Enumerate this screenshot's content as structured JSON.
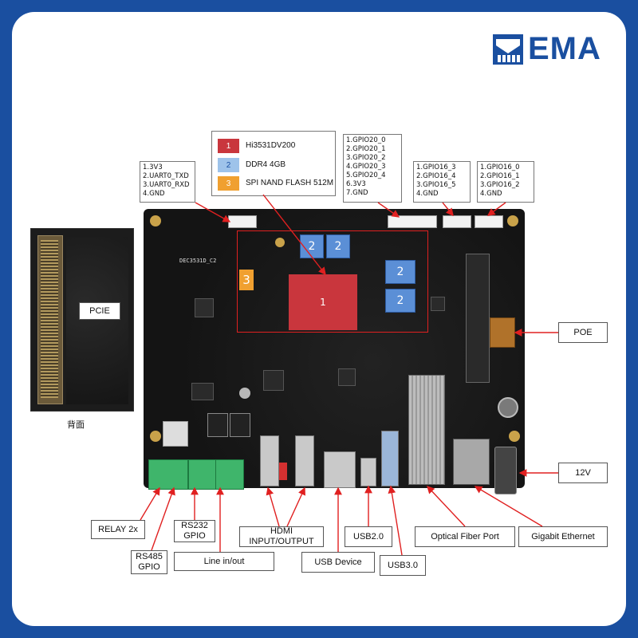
{
  "brand": {
    "logo_text": "EMA",
    "color": "#1a4fa0"
  },
  "legend": [
    {
      "num": "1",
      "text": "Hi3531DV200",
      "color": "#c9363d"
    },
    {
      "num": "2",
      "text": "DDR4 4GB",
      "color": "#5b8fd6"
    },
    {
      "num": "3",
      "text": "SPI NAND FLASH 512M",
      "color": "#f0a030"
    }
  ],
  "pinouts": {
    "uart": [
      "1.3V3",
      "2.UART0_TXD",
      "3.UART0_RXD",
      "4.GND"
    ],
    "gpio20": [
      "1.GPIO20_0",
      "2.GPIO20_1",
      "3.GPIO20_2",
      "4.GPIO20_3",
      "5.GPIO20_4",
      "6.3V3",
      "7.GND"
    ],
    "gpio16a": [
      "1.GPIO16_3",
      "2.GPIO16_4",
      "3.GPIO16_5",
      "4.GND"
    ],
    "gpio16b": [
      "1.GPIO16_0",
      "2.GPIO16_1",
      "3.GPIO16_2",
      "4.GND"
    ]
  },
  "board_silk": "DEC3531D_C2",
  "chip_marks": {
    "soc": "1",
    "ddr": "2",
    "flash": "3"
  },
  "back": {
    "label": "PCIE",
    "caption": "背面"
  },
  "labels": {
    "poe": "POE",
    "v12": "12V",
    "relay": "RELAY 2x",
    "rs485": "RS485\nGPIO",
    "rs232": "RS232\nGPIO",
    "line": "Line in/out",
    "hdmi": "HDMI\nINPUT/OUTPUT",
    "usbdev": "USB Device",
    "usb2": "USB2.0",
    "usb3": "USB3.0",
    "fiber": "Optical Fiber Port",
    "gbe": "Gigabit Ethernet"
  }
}
